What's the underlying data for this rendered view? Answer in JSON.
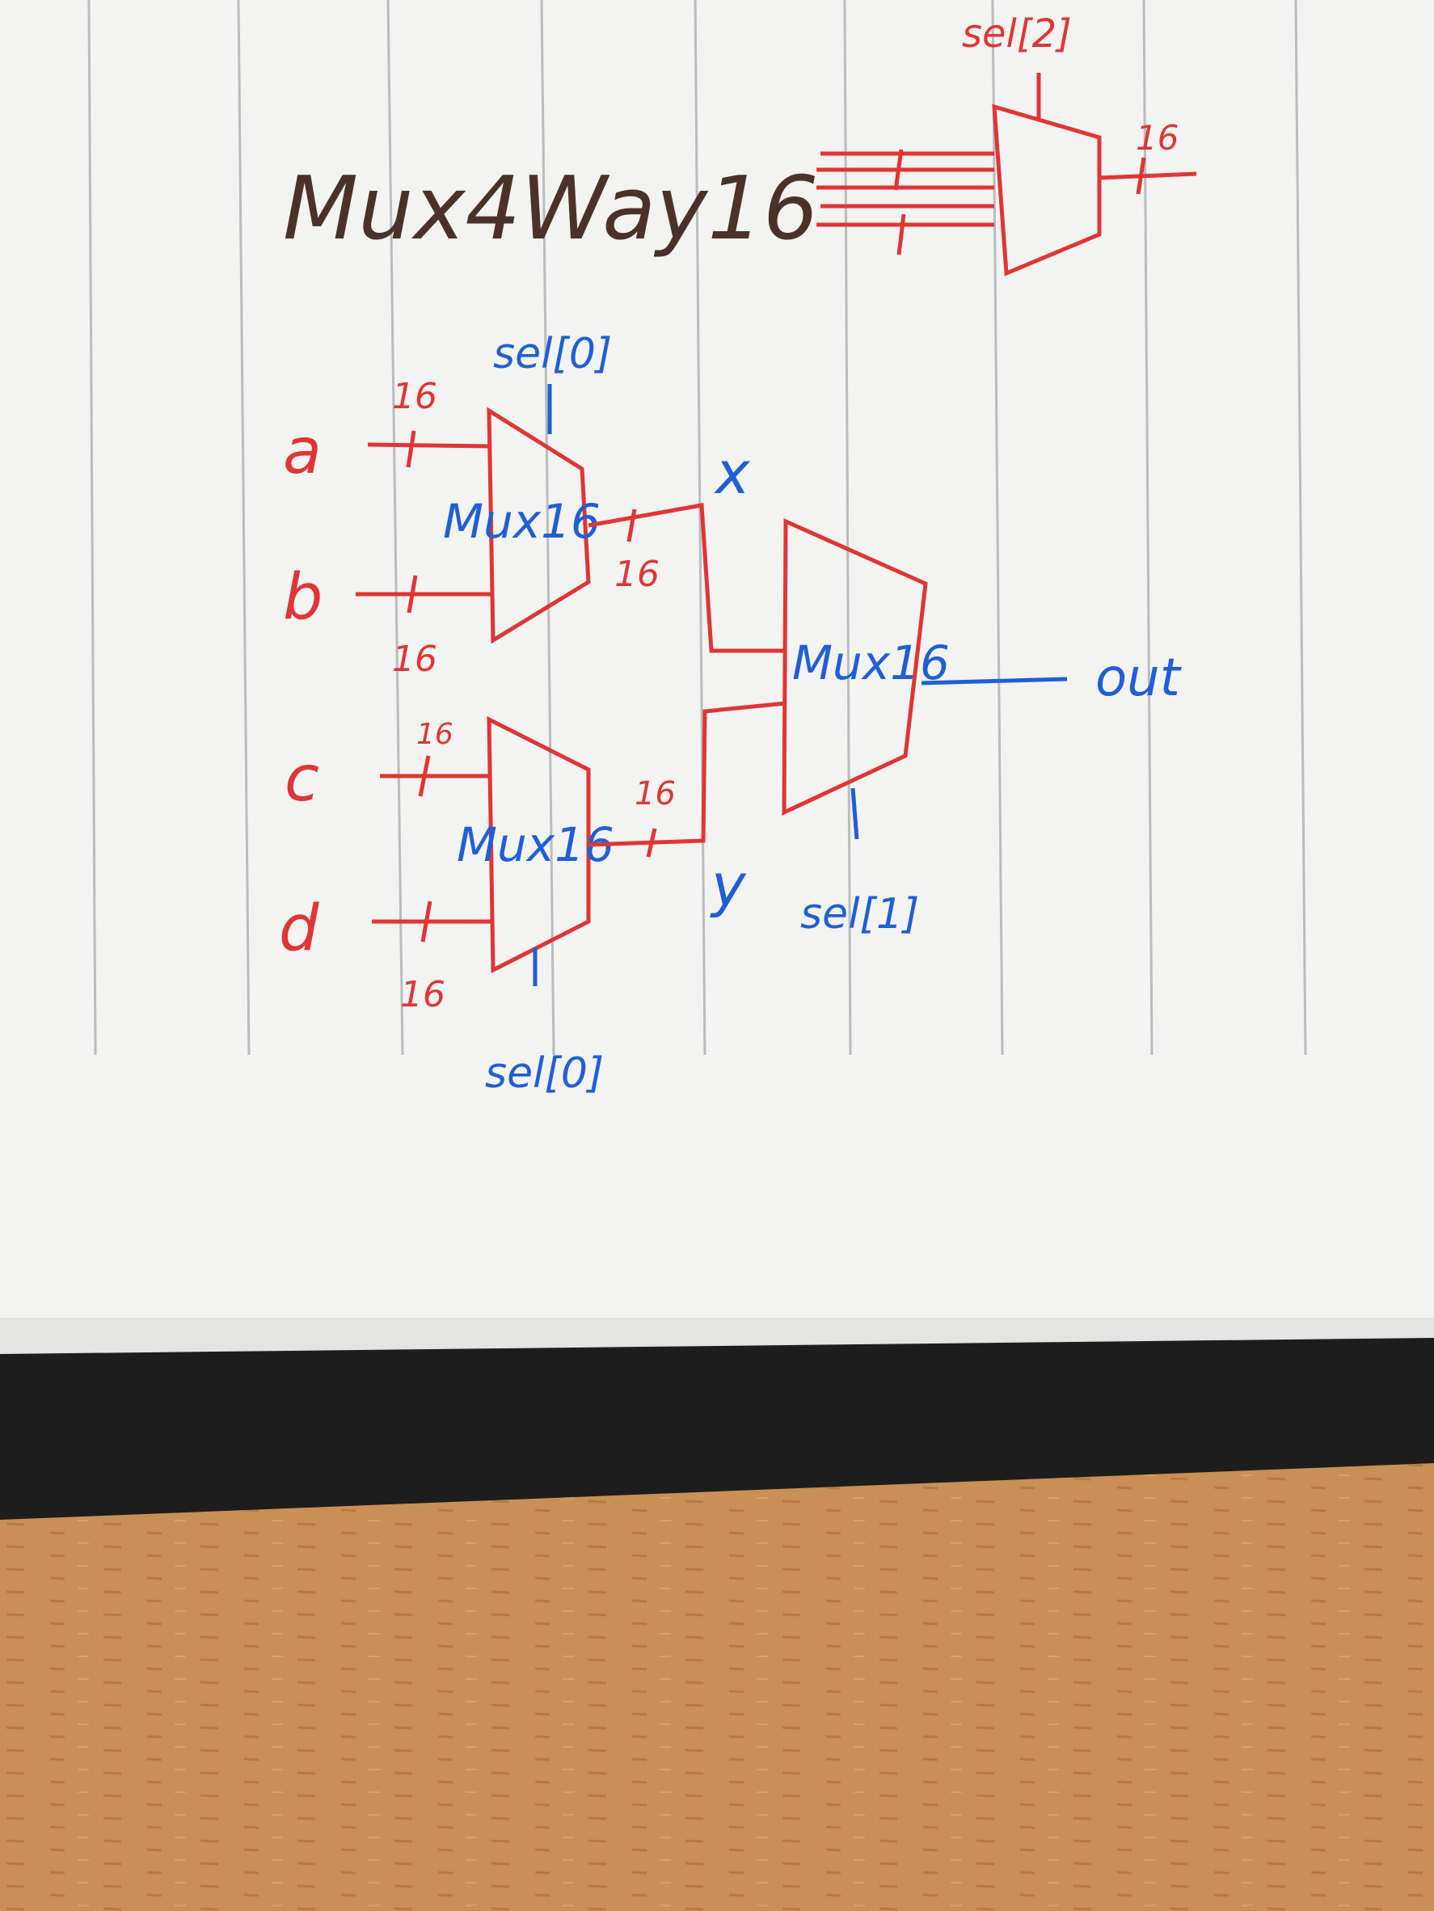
{
  "title": "Mux4Way16",
  "colors": {
    "paper": "#f3f3f1",
    "rule_line": "#b9bcc0",
    "red_ink": "#e03535",
    "blue_ink": "#1f5fd6",
    "brown_ink": "#4a322a",
    "cover": "#1d1d1d",
    "desk": "#c98f55"
  },
  "symbol": {
    "sel_label": "sel[2]",
    "width_label": "16"
  },
  "inputs": [
    "a",
    "b",
    "c",
    "d"
  ],
  "bus_widths": {
    "a": "16",
    "b": "16",
    "c": "16",
    "d": "16",
    "x": "16",
    "y": "16"
  },
  "muxes": {
    "top": {
      "label": "Mux16",
      "sel": "sel[0]"
    },
    "bottom": {
      "label": "Mux16",
      "sel": "sel[0]"
    },
    "final": {
      "label": "Mux16",
      "sel": "sel[1]"
    }
  },
  "signals": {
    "x": "x",
    "y": "y",
    "out": "out"
  }
}
